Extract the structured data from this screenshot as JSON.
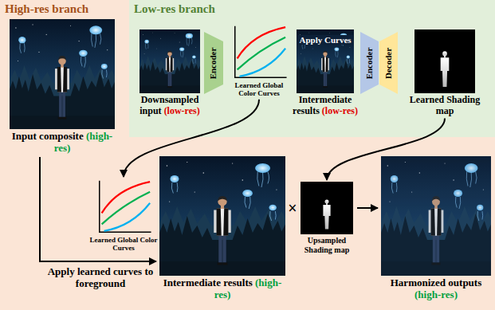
{
  "diagram": {
    "nodes": [
      {
        "text": [
          "High-res branch"
        ]
      },
      {
        "text": [
          "Low-res branch"
        ],
        "in": 0
      },
      {
        "text": [
          "Input composite",
          "(high-res)"
        ],
        "in": 0
      },
      {
        "text": [
          "Downsampled input",
          "(low-res)"
        ],
        "in": 1
      },
      {
        "text": [
          "Encoder"
        ],
        "in": 1
      },
      {
        "text": [
          "Learned Global Color Curves"
        ],
        "in": 1
      },
      {
        "text": [
          "Apply Curves",
          "Intermediate results",
          "(low-res)"
        ],
        "in": 1
      },
      {
        "text": [
          "Encoder"
        ],
        "in": 1
      },
      {
        "text": [
          "Decoder"
        ],
        "in": 1
      },
      {
        "text": [
          "Learned Shading map"
        ],
        "in": 1
      },
      {
        "text": [
          "Learned Global Color Curves"
        ],
        "in": 0
      },
      {
        "text": [
          "Intermediate results",
          "(high-res)"
        ],
        "in": 0
      },
      {
        "text": [
          "Upsampled Shading map"
        ],
        "in": 0
      },
      {
        "text": [
          "Harmonized outputs",
          "(high-res)"
        ],
        "in": 0
      }
    ],
    "edges": [
      {
        "from": 2,
        "to": 11,
        "arrow": "to",
        "label": "Apply learned curves to foreground"
      },
      {
        "from": 5,
        "to": 10,
        "arrow": "to"
      },
      {
        "from": 9,
        "to": 12,
        "arrow": "to"
      },
      {
        "from": 12,
        "to": 13,
        "arrow": "to"
      }
    ],
    "labels": [
      "×"
    ]
  }
}
